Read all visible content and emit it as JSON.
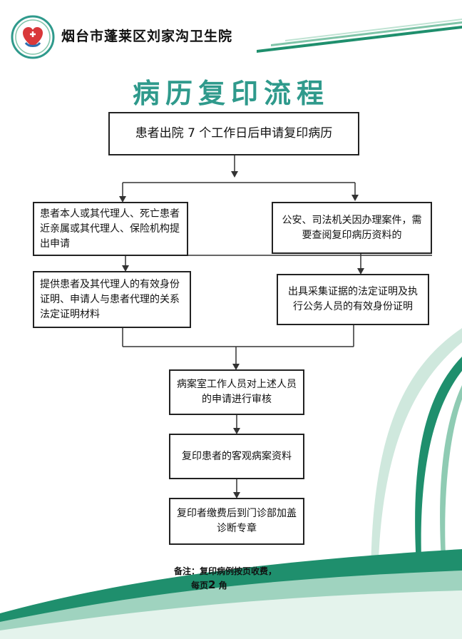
{
  "header": {
    "hospital_name": "烟台市蓬莱区刘家沟卫生院"
  },
  "title": "病历复印流程",
  "steps": {
    "start": "患者出院 7 个工作日后申请复印病历",
    "left_1": "患者本人或其代理人、死亡患者近亲属或其代理人、保险机构提出申请",
    "right_1": "公安、司法机关因办理案件，需要查阅复印病历资料的",
    "left_2": "提供患者及其代理人的有效身份证明、申请人与患者代理的关系法定证明材料",
    "right_2": "出具采集证据的法定证明及执行公务人员的有效身份证明",
    "review": "病案室工作人员对上述人员的申请进行审核",
    "copy": "复印患者的客观病案资料",
    "final": "复印者缴费后到门诊部加盖诊断专章"
  },
  "note": {
    "line1": "备注：复印病例按页收费，",
    "line2_prefix": "每页",
    "line2_number": "2",
    "line2_suffix": " 角"
  },
  "colors": {
    "accent_teal": "#2f9a8c",
    "wave_green": "#1f8f6d",
    "wave_light": "#cfe8dd",
    "logo_red": "#d9383a",
    "logo_blue": "#2f6fb0"
  }
}
